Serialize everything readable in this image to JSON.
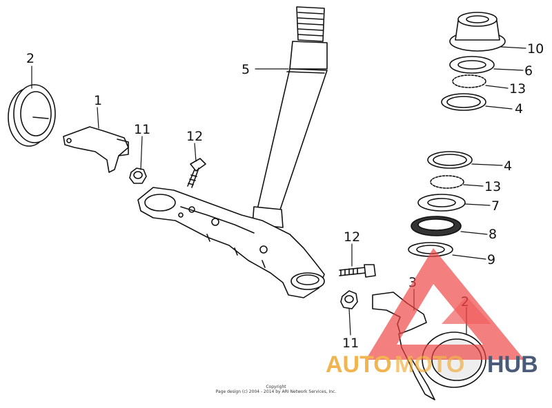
{
  "diagram": {
    "callouts": [
      "1",
      "2",
      "2",
      "3",
      "4",
      "4",
      "5",
      "6",
      "7",
      "8",
      "9",
      "10",
      "11",
      "11",
      "12",
      "12",
      "13",
      "13"
    ]
  },
  "copyright": {
    "line1": "Copyright",
    "line2": "Page design (c) 2004 - 2014 by ARI Network Services, Inc."
  },
  "watermark": {
    "part1": "AUTO",
    "part2": "MOTO",
    "part3": "HUB",
    "colors": {
      "triangle": "#ee4444",
      "auto": "#f0a830",
      "moto": "#f0a830",
      "hub": "#2a3f5f"
    }
  }
}
